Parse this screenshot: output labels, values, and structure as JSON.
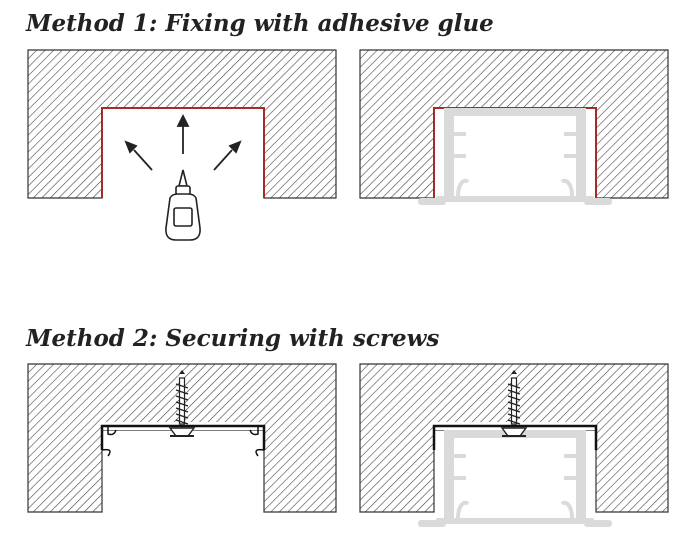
{
  "method1": {
    "title": "Method 1: Fixing with adhesive glue",
    "panels": [
      "channel-with-glue",
      "channel-with-glued-profile"
    ]
  },
  "method2": {
    "title": "Method 2: Securing with screws",
    "panels": [
      "profile-screwed-to-channel",
      "profile-screwed-with-diffuser"
    ]
  },
  "colors": {
    "wall": "#ffffff",
    "hatch": "#333333",
    "outline": "#333333",
    "glue_line": "#a52a2a",
    "profile_fill": "#d6d6d6",
    "profile_stroke": "#cfcfcf",
    "screw": "#222222"
  }
}
